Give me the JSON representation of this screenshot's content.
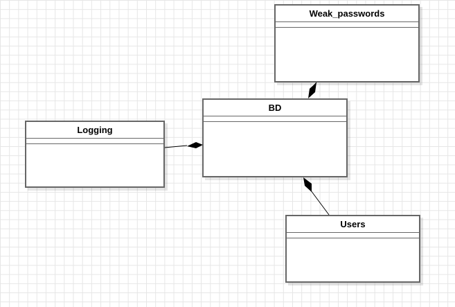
{
  "diagram": {
    "type": "uml-class-diagram",
    "line_color": "#000000",
    "border_color": "#666666",
    "classes": [
      {
        "id": "weak_passwords",
        "name": "Weak_passwords"
      },
      {
        "id": "bd",
        "name": "BD"
      },
      {
        "id": "logging",
        "name": "Logging"
      },
      {
        "id": "users",
        "name": "Users"
      }
    ],
    "relations": [
      {
        "type": "composition",
        "whole": "bd",
        "part": "weak_passwords"
      },
      {
        "type": "composition",
        "whole": "bd",
        "part": "logging"
      },
      {
        "type": "composition",
        "whole": "bd",
        "part": "users"
      }
    ]
  }
}
